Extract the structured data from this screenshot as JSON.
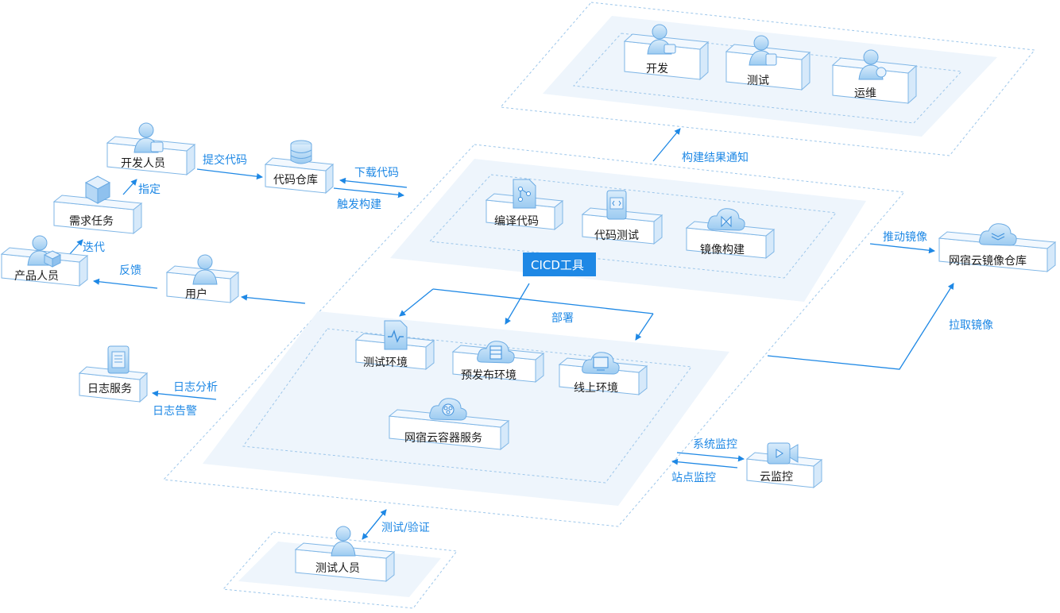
{
  "colors": {
    "accent": "#1e88e5",
    "zone_fill": "#eef5fc",
    "zone_border": "#9cc6ea",
    "node_text": "#1a1a1a",
    "cicd_badge": "#1e88e5"
  },
  "top_group": {
    "dev": "开发",
    "test": "测试",
    "ops": "运维"
  },
  "left_nodes": {
    "developer": "开发人员",
    "code_repo": "代码仓库",
    "requirement": "需求任务",
    "product": "产品人员",
    "user": "用户",
    "log_service": "日志服务"
  },
  "cicd": {
    "compile": "编译代码",
    "code_test": "代码测试",
    "image_build": "镜像构建",
    "label": "CICD工具"
  },
  "deploy": {
    "test_env": "测试环境",
    "pre_release_env": "预发布环境",
    "online_env": "线上环境",
    "container_service": "网宿云容器服务"
  },
  "right_nodes": {
    "image_repo": "网宿云镜像仓库",
    "cloud_monitor": "云监控"
  },
  "tester": "测试人员",
  "edges": {
    "submit_code": "提交代码",
    "download_code": "下载代码",
    "trigger_build": "触发构建",
    "assign": "指定",
    "iterate": "迭代",
    "feedback": "反馈",
    "log_analysis": "日志分析",
    "log_alert": "日志告警",
    "build_notify": "构建结果通知",
    "push_image": "推动镜像",
    "pull_image": "拉取镜像",
    "deploy": "部署",
    "system_monitor": "系统监控",
    "site_monitor": "站点监控",
    "test_verify": "测试/验证"
  }
}
